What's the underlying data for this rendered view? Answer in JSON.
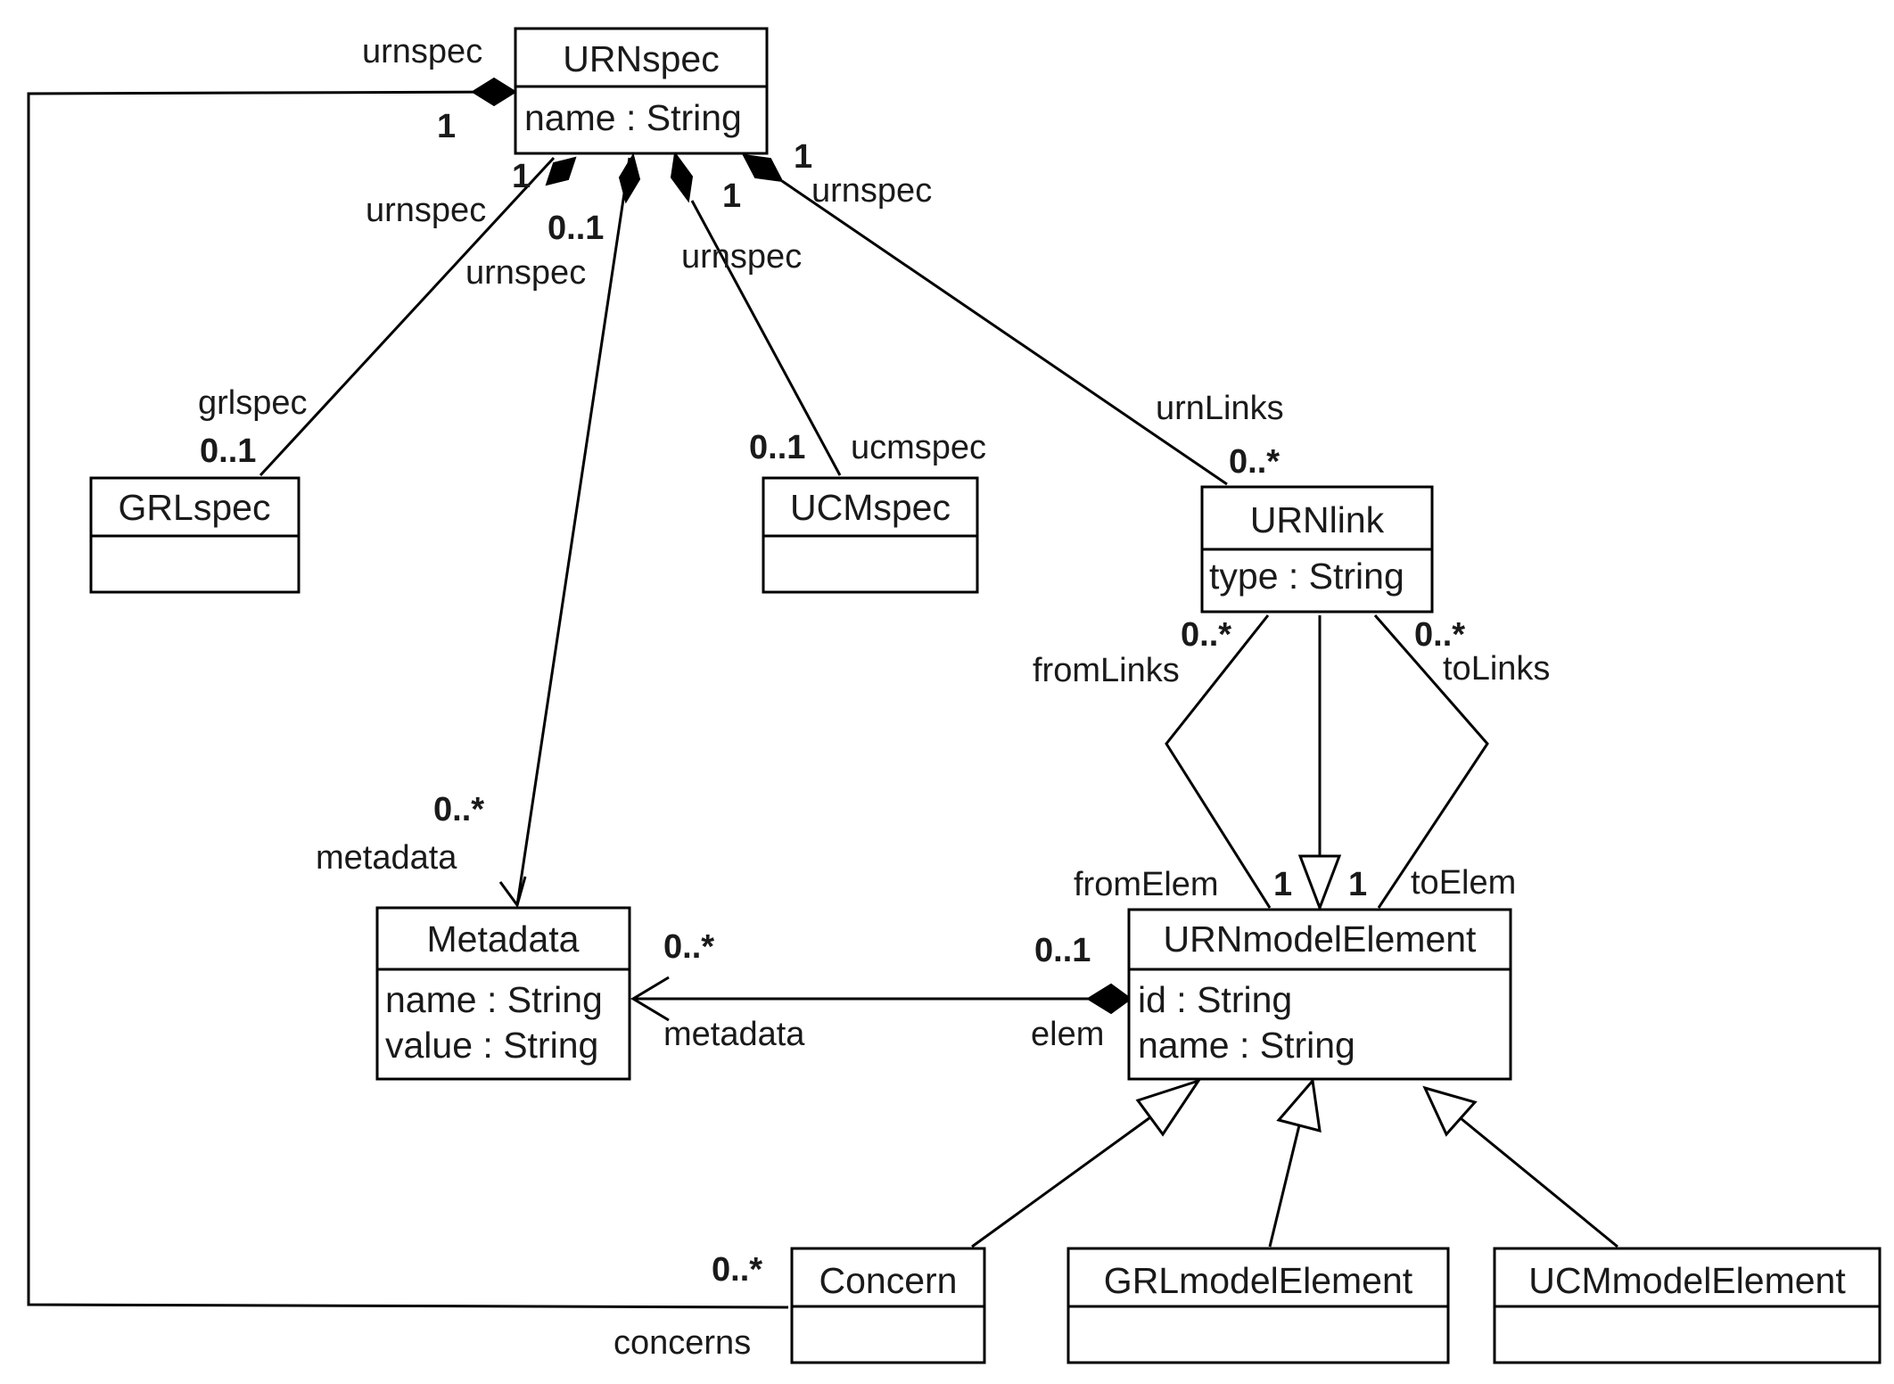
{
  "classes": {
    "urnspec": {
      "name": "URNspec",
      "attributes": [
        "name : String"
      ]
    },
    "grlspec": {
      "name": "GRLspec",
      "attributes": []
    },
    "ucmspec": {
      "name": "UCMspec",
      "attributes": []
    },
    "urnlink": {
      "name": "URNlink",
      "attributes": [
        "type : String"
      ]
    },
    "metadata": {
      "name": "Metadata",
      "attributes": [
        "name : String",
        "value : String"
      ]
    },
    "urnmodelelement": {
      "name": "URNmodelElement",
      "attributes": [
        "id : String",
        "name : String"
      ]
    },
    "concern": {
      "name": "Concern",
      "attributes": []
    },
    "grlmodelelement": {
      "name": "GRLmodelElement",
      "attributes": []
    },
    "ucmmodelelement": {
      "name": "UCMmodelElement",
      "attributes": []
    }
  },
  "labels": {
    "concerns_urnspec_role": "urnspec",
    "concerns_urnspec_mult": "1",
    "grl_urnspec_mult": "1",
    "grl_urnspec_role": "urnspec",
    "meta_urnspec_mult": "0..1",
    "meta_urnspec_role": "urnspec",
    "ucm_urnspec_mult": "1",
    "ucm_urnspec_role": "urnspec",
    "links_urnspec_mult": "1",
    "links_urnspec_role": "urnspec",
    "grlspec_role": "grlspec",
    "grlspec_mult": "0..1",
    "ucmspec_mult": "0..1",
    "ucmspec_role": "ucmspec",
    "urnlinks_role": "urnLinks",
    "urnlinks_mult": "0..*",
    "fromlinks_mult": "0..*",
    "fromlinks_role": "fromLinks",
    "tolinks_mult": "0..*",
    "tolinks_role": "toLinks",
    "metadata_mult": "0..*",
    "metadata_role": "metadata",
    "fromelem_role": "fromElem",
    "fromelem_mult": "1",
    "toelem_mult": "1",
    "toelem_role": "toElem",
    "elem_metadata_mult": "0..*",
    "elem_metadata_role": "metadata",
    "elem_mult": "0..1",
    "elem_role": "elem",
    "concerns_mult": "0..*",
    "concerns_role": "concerns"
  }
}
